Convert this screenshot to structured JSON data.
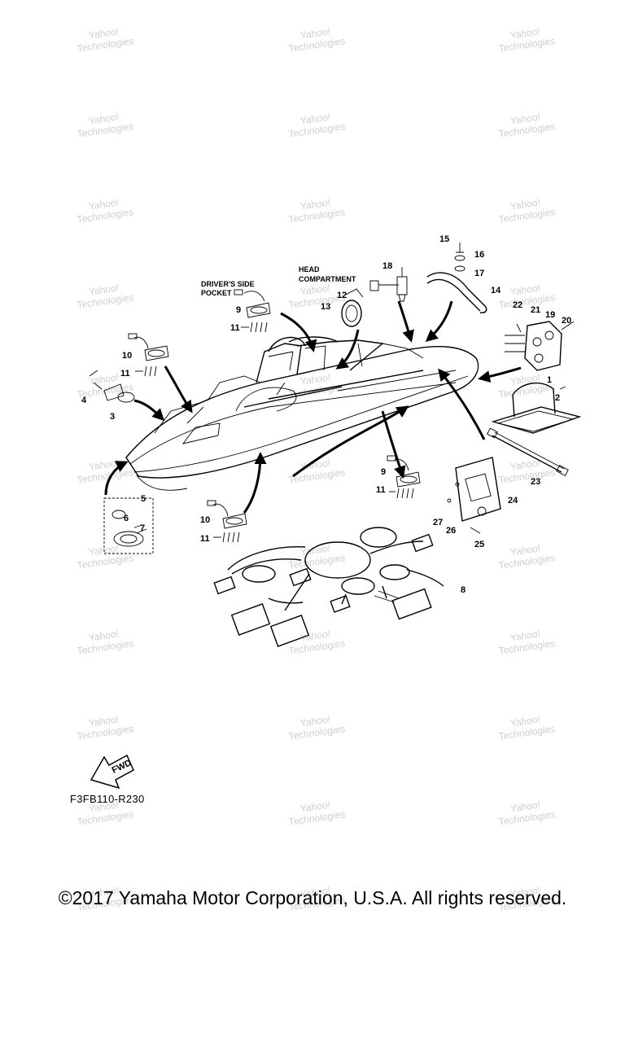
{
  "watermark": {
    "line1": "Yahoo!",
    "line2": "Technologies"
  },
  "callouts": [
    "1",
    "2",
    "3",
    "4",
    "5",
    "6",
    "7",
    "8",
    "9",
    "10",
    "11",
    "12",
    "13",
    "14",
    "15",
    "16",
    "17",
    "18",
    "19",
    "20",
    "21",
    "22",
    "23",
    "24",
    "25",
    "26",
    "27"
  ],
  "location_labels": {
    "drivers_side_pocket_l1": "DRIVER'S SIDE",
    "drivers_side_pocket_l2": "POCKET",
    "head_compartment_l1": "HEAD",
    "head_compartment_l2": "COMPARTMENT"
  },
  "fwd_label": "FWD",
  "figure_code": "F3FB110-R230",
  "copyright": "©2017 Yamaha Motor Corporation, U.S.A. All rights reserved."
}
